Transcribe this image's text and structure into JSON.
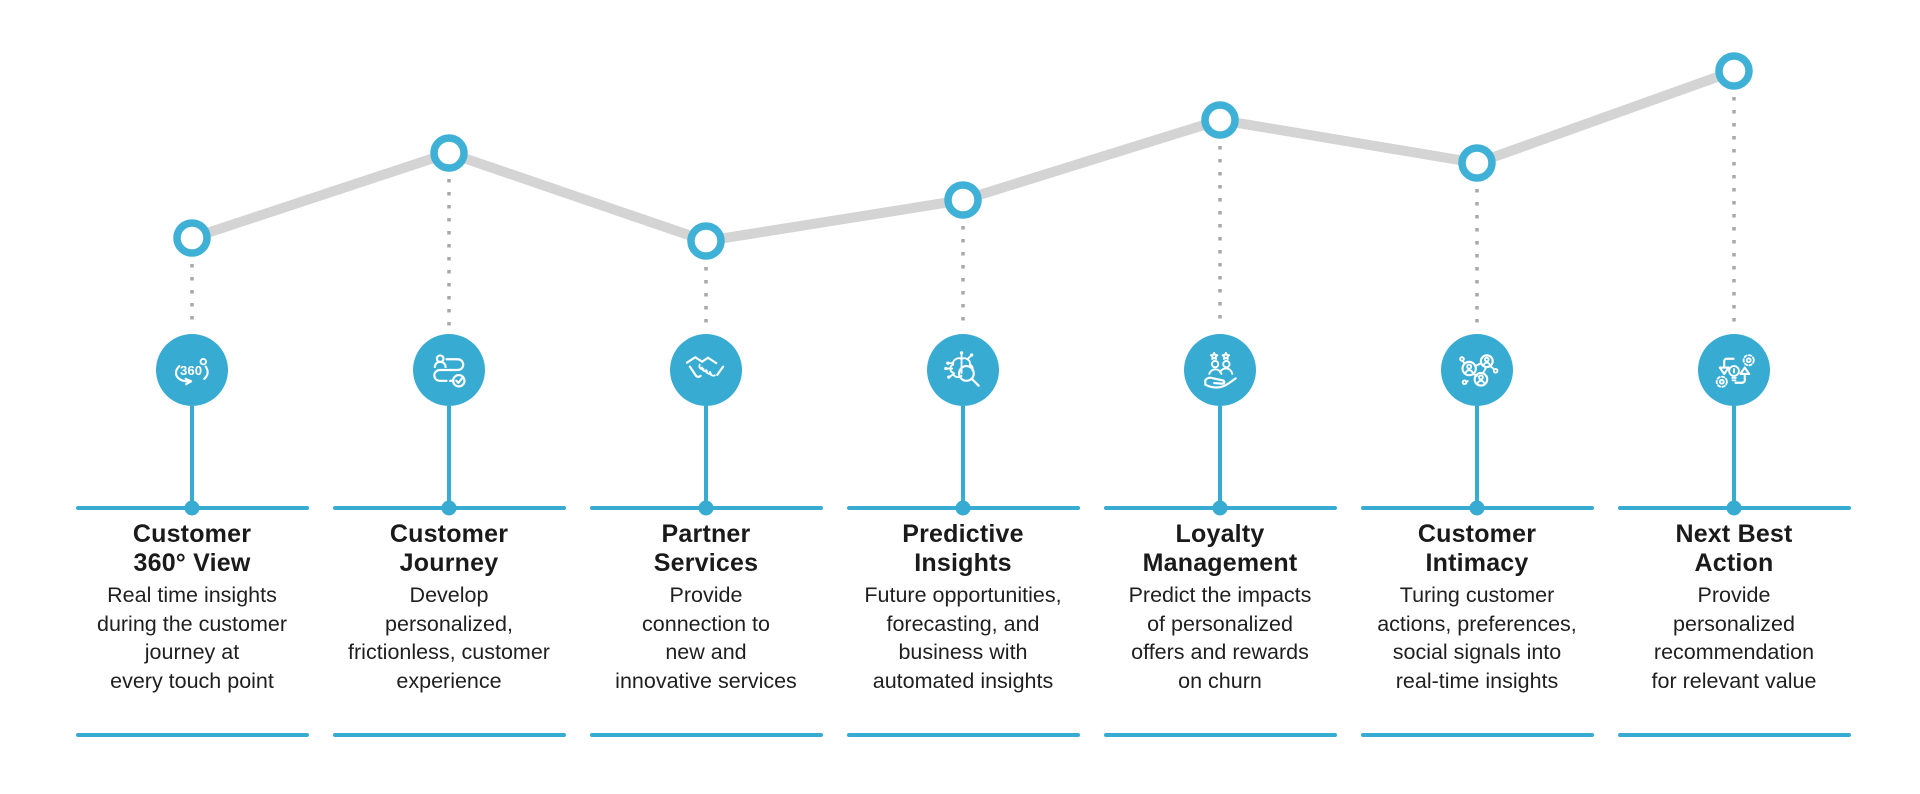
{
  "theme": {
    "accent": "#38abd2",
    "icon_background": "#38abd2",
    "text_color": "#1a1a1a",
    "background": "#ffffff"
  },
  "chart": {
    "type": "line",
    "style": "decorative trend polyline with ring markers above each stage",
    "line_color": "#d4d4d4",
    "marker_stroke": "#3fb0d6",
    "marker_fill": "#ffffff",
    "dotted_color": "#a8a8a8",
    "marker_y": [
      238,
      153,
      241,
      200,
      120,
      163,
      71
    ]
  },
  "columns": [
    {
      "icon": "360-view-icon",
      "title_lines": [
        "Customer",
        "360° View"
      ],
      "desc_lines": [
        "Real time insights",
        "during the customer",
        "journey at",
        "every touch point"
      ]
    },
    {
      "icon": "customer-journey-icon",
      "title_lines": [
        "Customer",
        "Journey"
      ],
      "desc_lines": [
        "Develop",
        "personalized,",
        "frictionless, customer",
        "experience"
      ]
    },
    {
      "icon": "partner-services-icon",
      "title_lines": [
        "Partner",
        "Services"
      ],
      "desc_lines": [
        "Provide",
        "connection to",
        "new and",
        "innovative services"
      ]
    },
    {
      "icon": "predictive-insights-icon",
      "title_lines": [
        "Predictive",
        "Insights"
      ],
      "desc_lines": [
        "Future opportunities,",
        "forecasting, and",
        "business with",
        "automated insights"
      ]
    },
    {
      "icon": "loyalty-management-icon",
      "title_lines": [
        "Loyalty",
        "Management"
      ],
      "desc_lines": [
        "Predict the impacts",
        "of personalized",
        "offers and rewards",
        "on churn"
      ]
    },
    {
      "icon": "customer-intimacy-icon",
      "title_lines": [
        "Customer",
        "Intimacy"
      ],
      "desc_lines": [
        "Turing customer",
        "actions, preferences,",
        "social signals into",
        "real-time insights"
      ]
    },
    {
      "icon": "next-best-action-icon",
      "title_lines": [
        "Next Best",
        "Action"
      ],
      "desc_lines": [
        "Provide",
        "personalized",
        "recommendation",
        "for relevant value"
      ]
    }
  ]
}
